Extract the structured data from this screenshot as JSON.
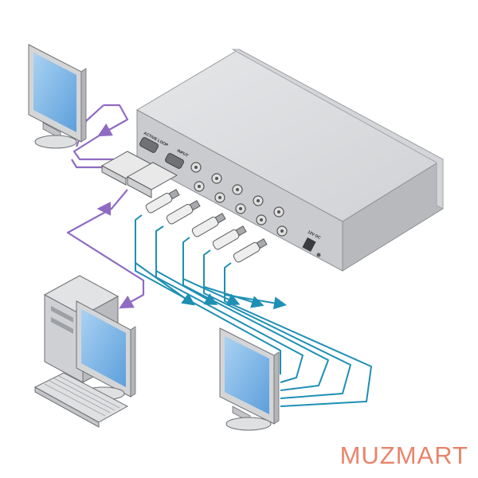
{
  "device": {
    "label_loop": "ACTIVE LOOP",
    "label_input": "INPUT",
    "label_power": "12V DC"
  },
  "watermark": {
    "text": "MUZMART",
    "color": "#e8846b"
  },
  "colors": {
    "vga_cable": "#8f6bc3",
    "bnc_cable": "#1f8fb4",
    "screen": "#7fb7e6",
    "chassis_top": "#d9dadc",
    "chassis_front": "#c4c6ca"
  },
  "icons": [
    "monitor-icon",
    "computer-tower-icon",
    "keyboard-icon",
    "vga-connector-icon",
    "bnc-connector-icon"
  ]
}
